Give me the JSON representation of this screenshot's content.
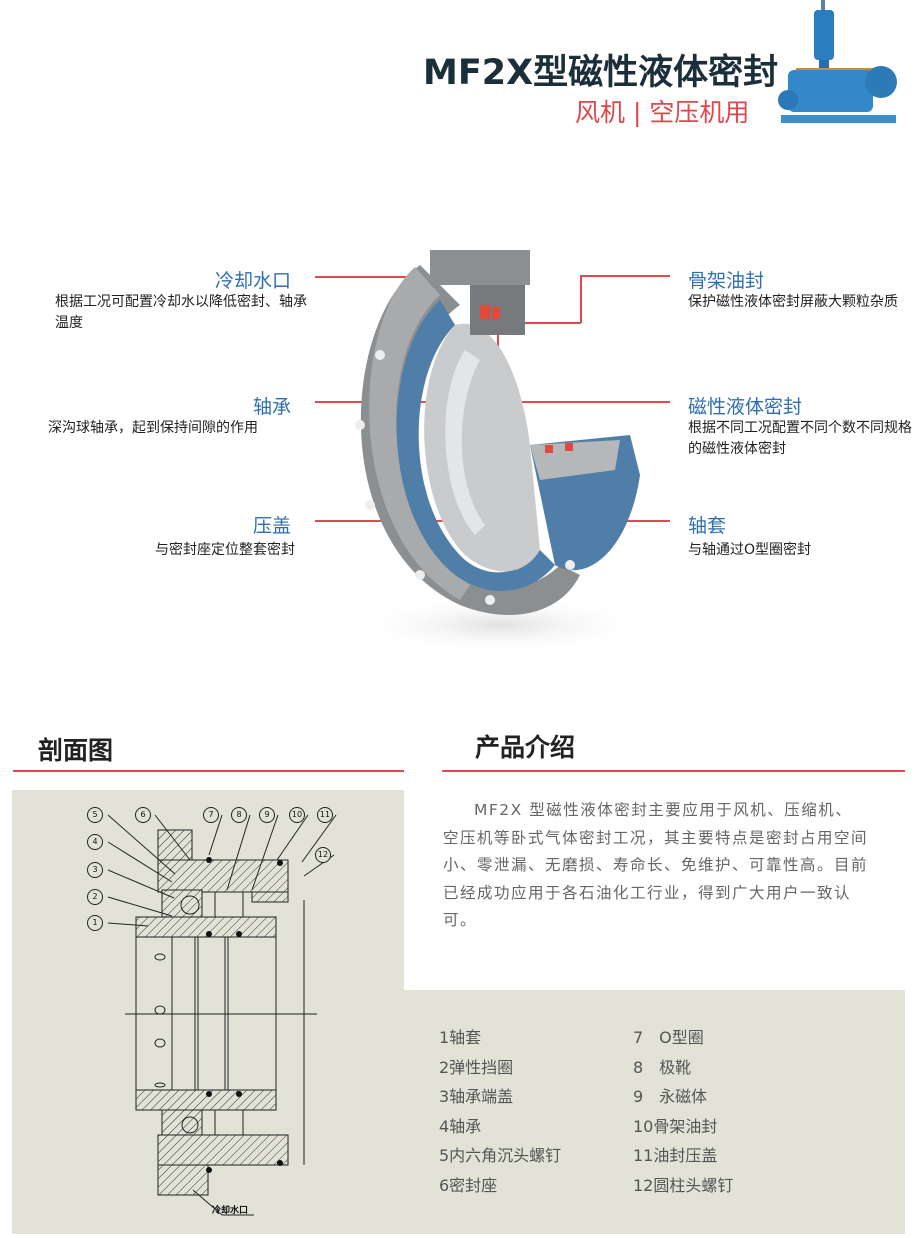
{
  "header": {
    "title": "MF2X型磁性液体密封",
    "subtitle": "风机 | 空压机用"
  },
  "callouts": {
    "cooling": {
      "label": "冷却水口",
      "desc": "根据工况可配置冷却水以降低密封、轴承温度"
    },
    "bearing": {
      "label": "轴承",
      "desc": "深沟球轴承，起到保持间隙的作用"
    },
    "gland": {
      "label": "压盖",
      "desc": "与密封座定位整套密封"
    },
    "oil_seal": {
      "label": "骨架油封",
      "desc": "保护磁性液体密封屏蔽大颗粒杂质"
    },
    "ferro_seal": {
      "label": "磁性液体密封",
      "desc": "根据不同工况配置不同个数不同规格的磁性液体密封"
    },
    "sleeve": {
      "label": "轴套",
      "desc": "与轴通过O型圈密封"
    }
  },
  "sections": {
    "section_view": "剖面图",
    "product_intro": "产品介绍"
  },
  "drawing": {
    "balloons": [
      "1",
      "2",
      "3",
      "4",
      "5",
      "6",
      "7",
      "8",
      "9",
      "10",
      "11",
      "12"
    ],
    "cooling_port_label": "冷却水口"
  },
  "intro": "MF2X 型磁性液体密封主要应用于风机、压缩机、空压机等卧式气体密封工况，其主要特点是密封占用空间小、零泄漏、无磨损、寿命长、免维护、可靠性高。目前已经成功应用于各石油化工行业，得到广大用户一致认可。",
  "parts": [
    "1轴套",
    "2弹性挡圈",
    "3轴承端盖",
    "4轴承",
    "5内六角沉头螺钉",
    "6密封座",
    "7　O型圈",
    "8　极靴",
    "9　永磁体",
    "10骨架油封",
    "11油封压盖",
    "12圆柱头螺钉"
  ],
  "colors": {
    "accent_red": "#e5484d",
    "label_blue": "#2f6fae",
    "panel": "#e2e3d6"
  }
}
